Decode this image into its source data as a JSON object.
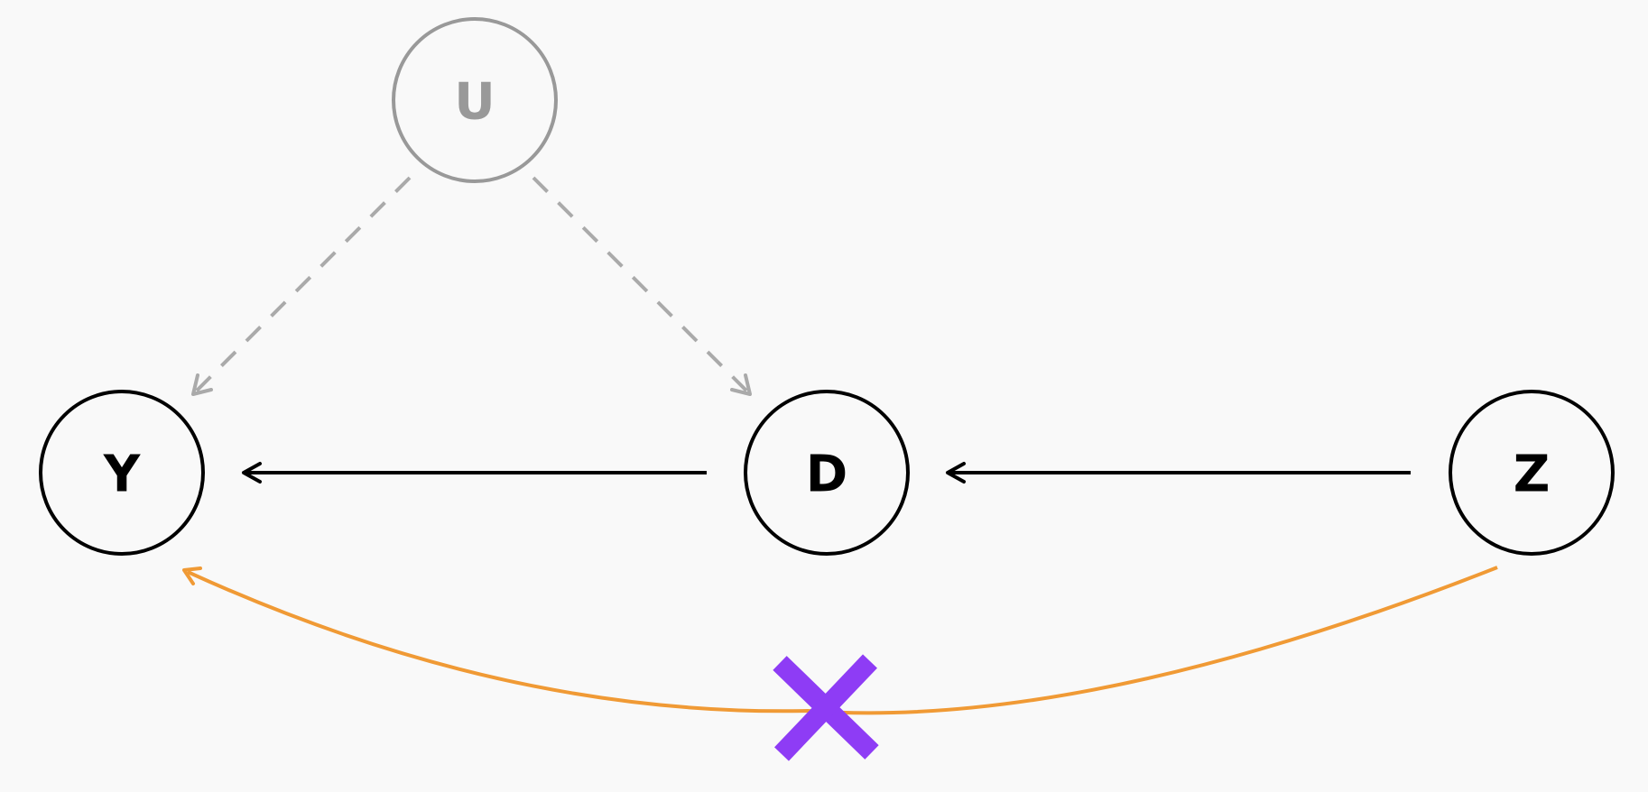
{
  "nodes": {
    "u": {
      "label": "U",
      "color": "#999999"
    },
    "y": {
      "label": "Y",
      "color": "#000000"
    },
    "d": {
      "label": "D",
      "color": "#000000"
    },
    "z": {
      "label": "Z",
      "color": "#000000"
    }
  },
  "edges": {
    "u_to_y": {
      "style": "dashed",
      "color": "#aaaaaa"
    },
    "u_to_d": {
      "style": "dashed",
      "color": "#aaaaaa"
    },
    "d_to_y": {
      "style": "solid",
      "color": "#000000"
    },
    "z_to_d": {
      "style": "solid",
      "color": "#000000"
    },
    "z_to_y": {
      "style": "curved",
      "color": "#f09a35",
      "blocked": true
    }
  },
  "block_mark": {
    "icon": "cross-icon",
    "color": "#8e3cf5"
  },
  "background": "#f9f9f9"
}
